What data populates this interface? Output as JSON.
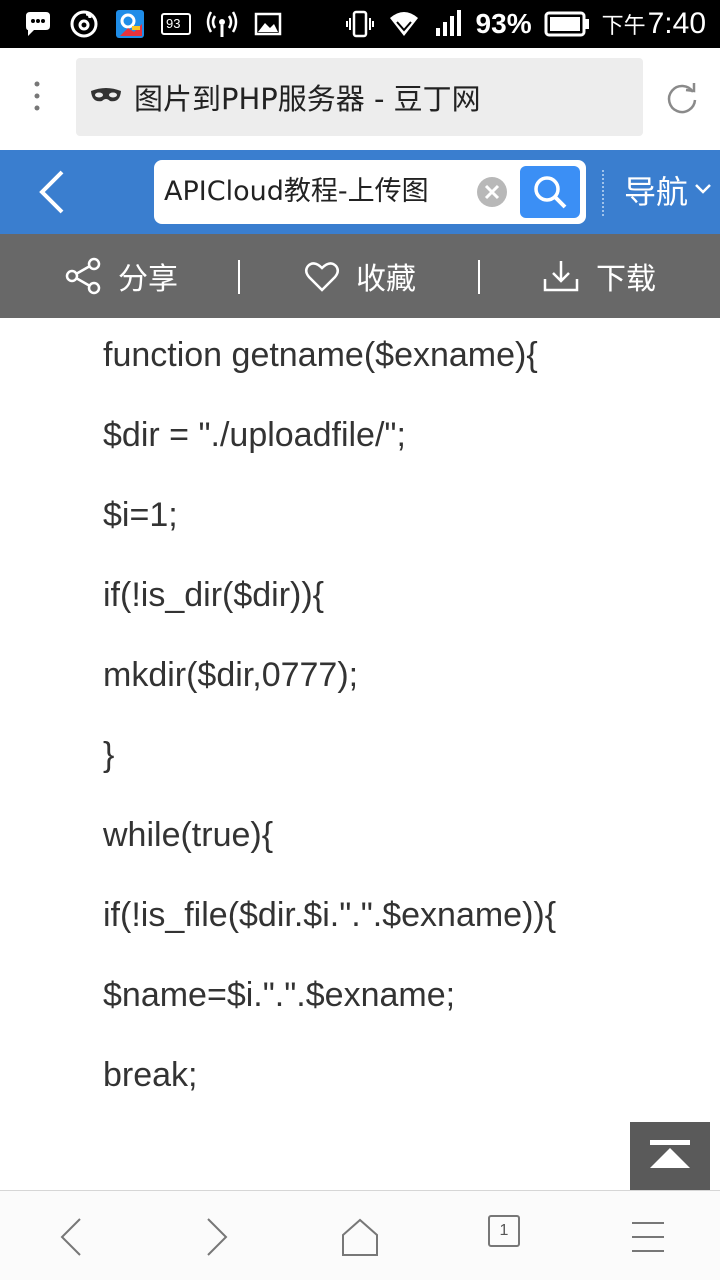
{
  "status_bar": {
    "icons": [
      "chat-bubble-icon",
      "netease-music-icon",
      "photo-app-icon",
      "badge-93-icon",
      "hotspot-icon",
      "image-icon",
      "vibrate-icon",
      "wifi-icon",
      "signal-icon",
      "battery-icon"
    ],
    "badge_count": "93",
    "battery_percent": "93%",
    "time_period": "下午",
    "time": "7:40"
  },
  "browser": {
    "page_title": "图片到PHP服务器 - 豆丁网"
  },
  "site_header": {
    "search_value": "APICloud教程-上传图",
    "nav_label": "导航",
    "accent": "#3a7ecf"
  },
  "action_bar": {
    "share_label": "分享",
    "favorite_label": "收藏",
    "download_label": "下载"
  },
  "content": {
    "code_lines": [
      "function getname($exname){",
      "$dir = \"./uploadfile/\";",
      "$i=1;",
      "if(!is_dir($dir)){",
      "mkdir($dir,0777);",
      "}",
      "while(true){",
      "if(!is_file($dir.$i.\".\".$exname)){",
      "$name=$i.\".\".$exname;",
      "break;"
    ]
  },
  "bottom_nav": {
    "tab_count": "1"
  }
}
